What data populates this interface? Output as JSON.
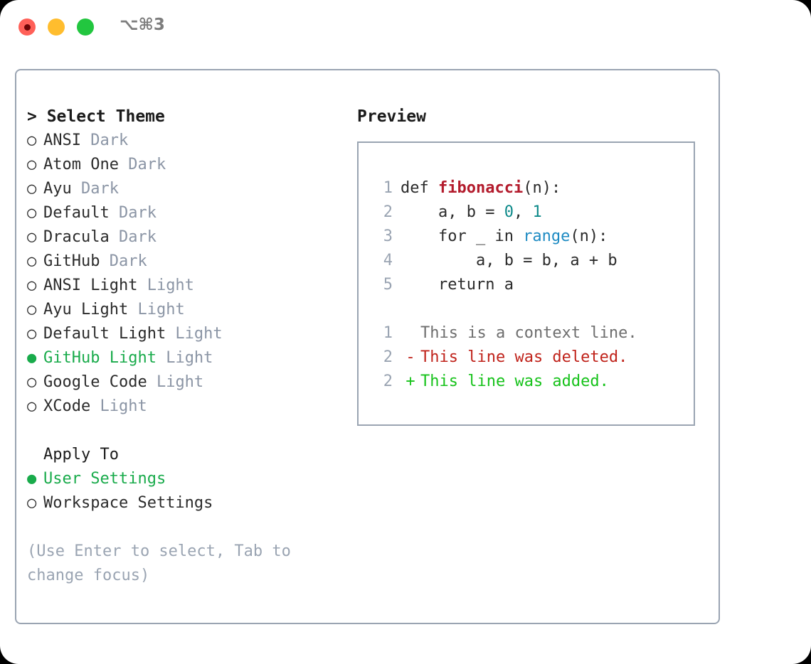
{
  "window": {
    "shortcut_label": "⌥⌘3",
    "traffic_lights": [
      {
        "name": "close",
        "color": "#ff6058"
      },
      {
        "name": "minimize",
        "color": "#ffbd2e"
      },
      {
        "name": "maximize",
        "color": "#22c63f"
      }
    ]
  },
  "colors": {
    "accent_green": "#19ab4b",
    "muted": "#8b95a5",
    "border": "#9aa4b2",
    "text": "#2b2b2b",
    "diff_add": "#16c21a",
    "diff_del": "#c0231b",
    "syntax_fn": "#b31b2c",
    "syntax_num": "#0e8a8a",
    "syntax_call": "#1e8bc3"
  },
  "theme_panel": {
    "title": "> Select Theme",
    "items": [
      {
        "label": "ANSI",
        "tag": "Dark",
        "selected": false
      },
      {
        "label": "Atom One",
        "tag": "Dark",
        "selected": false
      },
      {
        "label": "Ayu",
        "tag": "Dark",
        "selected": false
      },
      {
        "label": "Default",
        "tag": "Dark",
        "selected": false
      },
      {
        "label": "Dracula",
        "tag": "Dark",
        "selected": false
      },
      {
        "label": "GitHub",
        "tag": "Dark",
        "selected": false
      },
      {
        "label": "ANSI Light",
        "tag": "Light",
        "selected": false
      },
      {
        "label": "Ayu Light",
        "tag": "Light",
        "selected": false
      },
      {
        "label": "Default Light",
        "tag": "Light",
        "selected": false
      },
      {
        "label": "GitHub Light",
        "tag": "Light",
        "selected": true
      },
      {
        "label": "Google Code",
        "tag": "Light",
        "selected": false
      },
      {
        "label": "XCode",
        "tag": "Light",
        "selected": false
      }
    ]
  },
  "apply_to": {
    "title": "Apply To",
    "options": [
      {
        "label": "User Settings",
        "selected": true
      },
      {
        "label": "Workspace Settings",
        "selected": false
      }
    ]
  },
  "hint": "(Use Enter to select, Tab to change focus)",
  "preview": {
    "title": "Preview",
    "code_lines": [
      {
        "num": "1",
        "tokens": [
          {
            "t": "def ",
            "c": "plain"
          },
          {
            "t": "fibonacci",
            "c": "fn"
          },
          {
            "t": "(n):",
            "c": "plain"
          }
        ]
      },
      {
        "num": "2",
        "tokens": [
          {
            "t": "    a, b = ",
            "c": "plain"
          },
          {
            "t": "0",
            "c": "num"
          },
          {
            "t": ", ",
            "c": "plain"
          },
          {
            "t": "1",
            "c": "num"
          }
        ]
      },
      {
        "num": "3",
        "tokens": [
          {
            "t": "    for _ in ",
            "c": "plain"
          },
          {
            "t": "range",
            "c": "call"
          },
          {
            "t": "(n):",
            "c": "plain"
          }
        ]
      },
      {
        "num": "4",
        "tokens": [
          {
            "t": "        a, b = b, a + b",
            "c": "plain"
          }
        ]
      },
      {
        "num": "5",
        "tokens": [
          {
            "t": "    return a",
            "c": "plain"
          }
        ]
      }
    ],
    "diff_lines": [
      {
        "num": "1",
        "mark": " ",
        "text": "This is a context line.",
        "kind": "ctx"
      },
      {
        "num": "2",
        "mark": "-",
        "text": "This line was deleted.",
        "kind": "del"
      },
      {
        "num": "2",
        "mark": "+",
        "text": "This line was added.",
        "kind": "add"
      }
    ]
  }
}
